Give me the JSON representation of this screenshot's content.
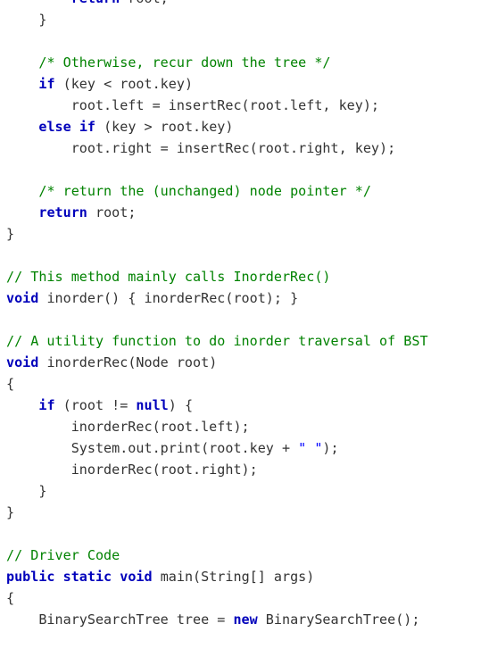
{
  "code": {
    "colors": {
      "keyword": "#0000bb",
      "comment": "#008200",
      "string": "#0000ff",
      "text": "#333333",
      "background": "#ffffff"
    },
    "lines": [
      [
        {
          "t": "tx",
          "v": "        "
        },
        {
          "t": "kw",
          "v": "return"
        },
        {
          "t": "tx",
          "v": " root;"
        }
      ],
      [
        {
          "t": "tx",
          "v": "    }"
        }
      ],
      [],
      [
        {
          "t": "tx",
          "v": "    "
        },
        {
          "t": "cm",
          "v": "/* Otherwise, recur down the tree */"
        }
      ],
      [
        {
          "t": "tx",
          "v": "    "
        },
        {
          "t": "kw",
          "v": "if"
        },
        {
          "t": "tx",
          "v": " (key < root.key)"
        }
      ],
      [
        {
          "t": "tx",
          "v": "        root.left = insertRec(root.left, key);"
        }
      ],
      [
        {
          "t": "tx",
          "v": "    "
        },
        {
          "t": "kw",
          "v": "else"
        },
        {
          "t": "tx",
          "v": " "
        },
        {
          "t": "kw",
          "v": "if"
        },
        {
          "t": "tx",
          "v": " (key > root.key)"
        }
      ],
      [
        {
          "t": "tx",
          "v": "        root.right = insertRec(root.right, key);"
        }
      ],
      [],
      [
        {
          "t": "tx",
          "v": "    "
        },
        {
          "t": "cm",
          "v": "/* return the (unchanged) node pointer */"
        }
      ],
      [
        {
          "t": "tx",
          "v": "    "
        },
        {
          "t": "kw",
          "v": "return"
        },
        {
          "t": "tx",
          "v": " root;"
        }
      ],
      [
        {
          "t": "tx",
          "v": "}"
        }
      ],
      [],
      [
        {
          "t": "cm",
          "v": "// This method mainly calls InorderRec()"
        }
      ],
      [
        {
          "t": "kw",
          "v": "void"
        },
        {
          "t": "tx",
          "v": " inorder() { inorderRec(root); }"
        }
      ],
      [],
      [
        {
          "t": "cm",
          "v": "// A utility function to do inorder traversal of BST"
        }
      ],
      [
        {
          "t": "kw",
          "v": "void"
        },
        {
          "t": "tx",
          "v": " inorderRec(Node root)"
        }
      ],
      [
        {
          "t": "tx",
          "v": "{"
        }
      ],
      [
        {
          "t": "tx",
          "v": "    "
        },
        {
          "t": "kw",
          "v": "if"
        },
        {
          "t": "tx",
          "v": " (root != "
        },
        {
          "t": "kw",
          "v": "null"
        },
        {
          "t": "tx",
          "v": ") {"
        }
      ],
      [
        {
          "t": "tx",
          "v": "        inorderRec(root.left);"
        }
      ],
      [
        {
          "t": "tx",
          "v": "        System.out.print(root.key + "
        },
        {
          "t": "st",
          "v": "\" \""
        },
        {
          "t": "tx",
          "v": ");"
        }
      ],
      [
        {
          "t": "tx",
          "v": "        inorderRec(root.right);"
        }
      ],
      [
        {
          "t": "tx",
          "v": "    }"
        }
      ],
      [
        {
          "t": "tx",
          "v": "}"
        }
      ],
      [],
      [
        {
          "t": "cm",
          "v": "// Driver Code"
        }
      ],
      [
        {
          "t": "kw",
          "v": "public"
        },
        {
          "t": "tx",
          "v": " "
        },
        {
          "t": "kw",
          "v": "static"
        },
        {
          "t": "tx",
          "v": " "
        },
        {
          "t": "kw",
          "v": "void"
        },
        {
          "t": "tx",
          "v": " main(String[] args)"
        }
      ],
      [
        {
          "t": "tx",
          "v": "{"
        }
      ],
      [
        {
          "t": "tx",
          "v": "    BinarySearchTree tree = "
        },
        {
          "t": "kw",
          "v": "new"
        },
        {
          "t": "tx",
          "v": " BinarySearchTree();"
        }
      ]
    ]
  }
}
